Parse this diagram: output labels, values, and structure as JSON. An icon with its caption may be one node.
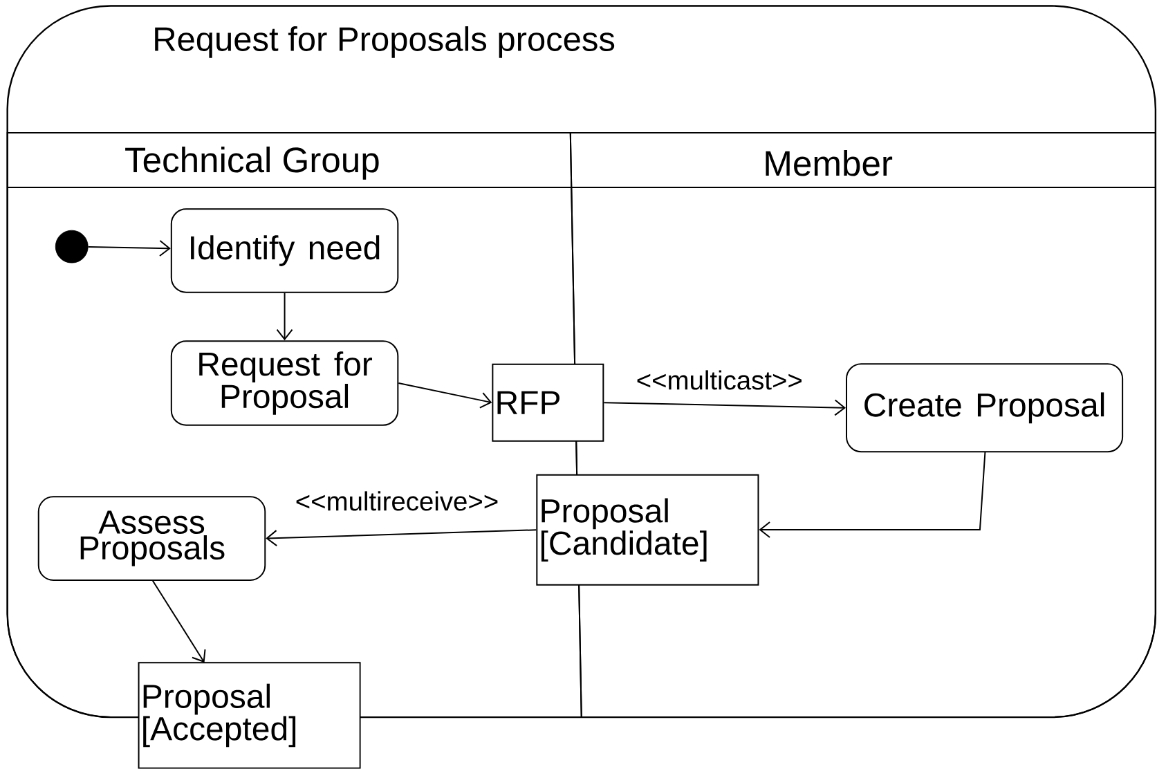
{
  "diagram": {
    "nodes": [
      {
        "text": [
          "Request for Proposals process"
        ]
      },
      {
        "text": [
          "Technical Group"
        ],
        "in": 0
      },
      {
        "text": [
          "Member"
        ],
        "in": 0
      },
      {
        "text": [],
        "shape": "circle",
        "in": 1
      },
      {
        "text": [
          "Identify need"
        ],
        "in": 1
      },
      {
        "text": [
          "Request for Proposal"
        ],
        "in": 1
      },
      {
        "text": [
          "RFP"
        ],
        "in": 0
      },
      {
        "text": [
          "Create Proposal"
        ],
        "in": 2
      },
      {
        "text": [
          "Proposal [Candidate]"
        ],
        "in": 0
      },
      {
        "text": [
          "Assess Proposals"
        ],
        "in": 1
      },
      {
        "text": [
          "Proposal [Accepted]"
        ]
      }
    ],
    "edges": [
      {
        "from": 3,
        "to": 4,
        "arrow": "to"
      },
      {
        "from": 4,
        "to": 5,
        "arrow": "to"
      },
      {
        "from": 5,
        "to": 6,
        "arrow": "to"
      },
      {
        "from": 6,
        "to": 7,
        "arrow": "to",
        "label": "<<multicast>>"
      },
      {
        "from": 7,
        "to": 8,
        "arrow": "to"
      },
      {
        "from": 8,
        "to": 9,
        "arrow": "to",
        "label": "<<multireceive>>"
      },
      {
        "from": 9,
        "to": 10,
        "arrow": "to"
      }
    ]
  }
}
